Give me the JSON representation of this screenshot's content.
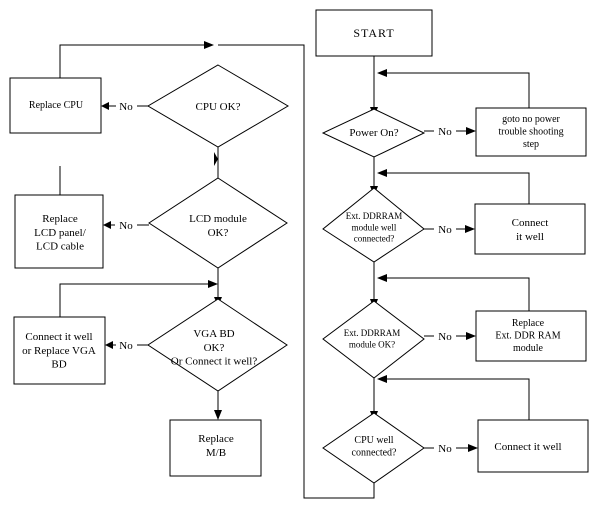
{
  "nodes": {
    "start": {
      "lines": [
        "START"
      ]
    },
    "power_on": {
      "lines": [
        "Power On?"
      ]
    },
    "goto_no_power": {
      "lines": [
        "goto no power",
        "trouble shooting",
        "step"
      ]
    },
    "ext_ddr_connected": {
      "lines": [
        "Ext. DDRRAM",
        "module well",
        "connected?"
      ]
    },
    "connect_well_1": {
      "lines": [
        "Connect",
        "it well"
      ]
    },
    "ext_ddr_ok": {
      "lines": [
        "Ext. DDRRAM",
        "module OK?"
      ]
    },
    "replace_ext_ddr": {
      "lines": [
        "Replace",
        "Ext. DDR RAM",
        "module"
      ]
    },
    "cpu_well_connected": {
      "lines": [
        "CPU well",
        "connected?"
      ]
    },
    "connect_well_2": {
      "lines": [
        "Connect it well"
      ]
    },
    "cpu_ok": {
      "lines": [
        "CPU OK?"
      ]
    },
    "replace_cpu": {
      "lines": [
        "Replace CPU"
      ]
    },
    "lcd_module_ok": {
      "lines": [
        "LCD module",
        "OK?"
      ]
    },
    "replace_lcd": {
      "lines": [
        "Replace",
        "LCD panel/",
        "LCD cable"
      ]
    },
    "vga_bd_ok": {
      "lines": [
        "VGA BD",
        "OK?",
        "Or  Connect it well?"
      ]
    },
    "connect_or_replace_vga": {
      "lines": [
        "Connect it well",
        "or Replace VGA",
        "BD"
      ]
    },
    "replace_mb": {
      "lines": [
        "Replace",
        "M/B"
      ]
    }
  },
  "edge_label": "No"
}
